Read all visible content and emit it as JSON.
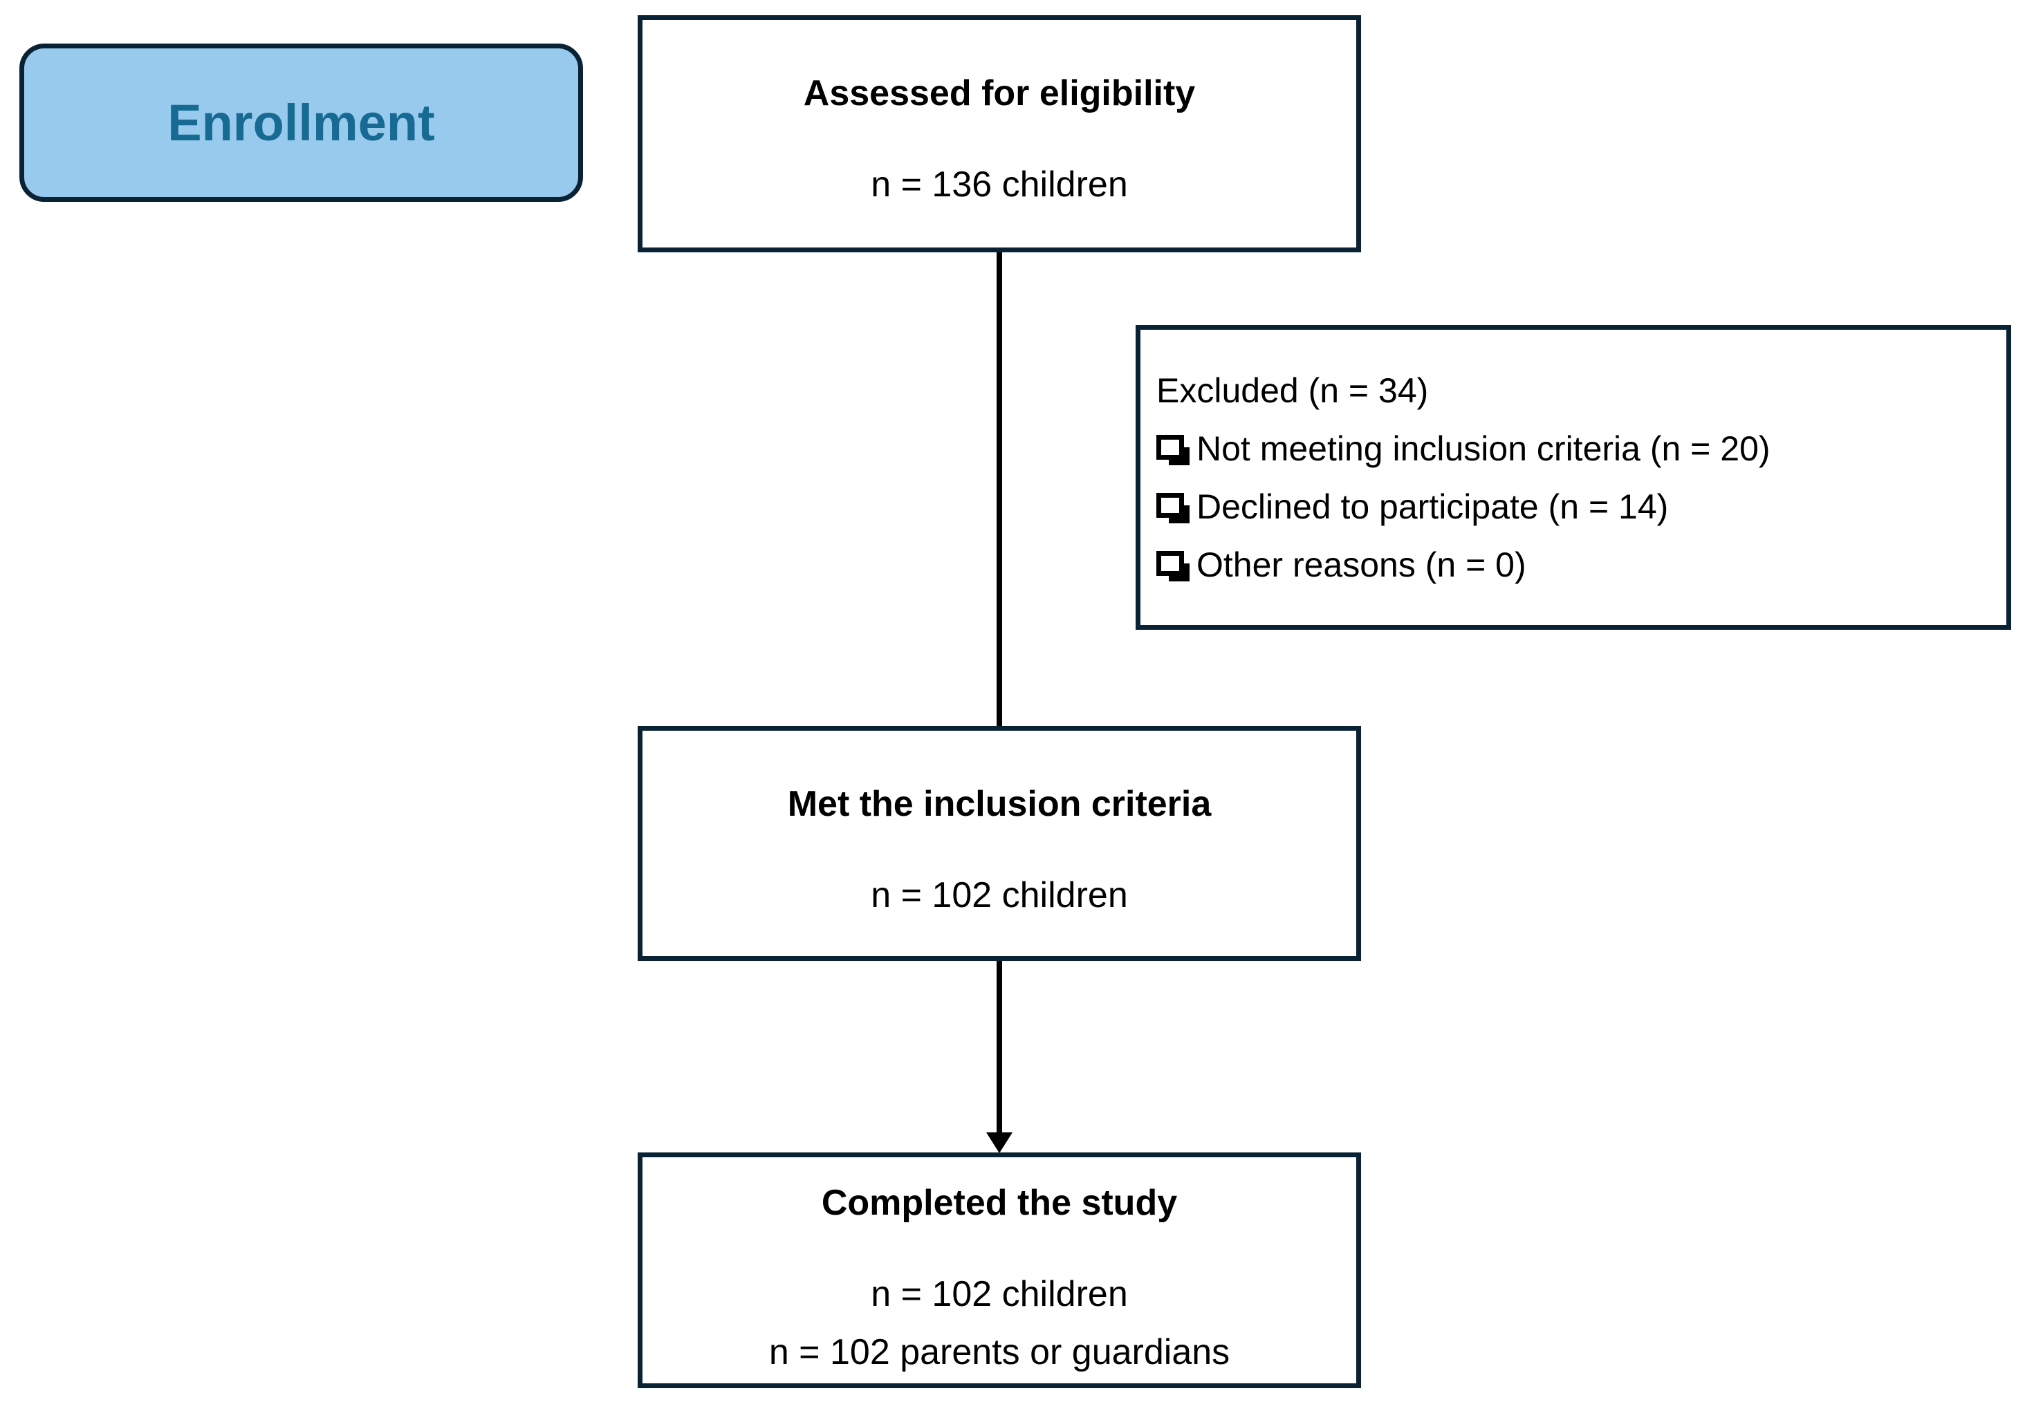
{
  "diagram": {
    "stage_label": "Enrollment",
    "nodes": {
      "assessed": {
        "title": "Assessed for eligibility",
        "lines": [
          "n = 136 children"
        ]
      },
      "excluded": {
        "title": "Excluded (n = 34)",
        "items": [
          "Not meeting inclusion criteria (n = 20)",
          "Declined to participate (n = 14)",
          "Other reasons (n = 0)"
        ]
      },
      "met_criteria": {
        "title": "Met the inclusion criteria",
        "lines": [
          "n = 102 children"
        ]
      },
      "completed": {
        "title": "Completed the study",
        "lines": [
          "n = 102 children",
          "n = 102 parents or guardians"
        ]
      }
    },
    "colors": {
      "box_border": "#0a2334",
      "stage_fill": "#97caed",
      "stage_text": "#176a92",
      "connector": "#000000",
      "text": "#000000",
      "background": "#ffffff"
    }
  }
}
